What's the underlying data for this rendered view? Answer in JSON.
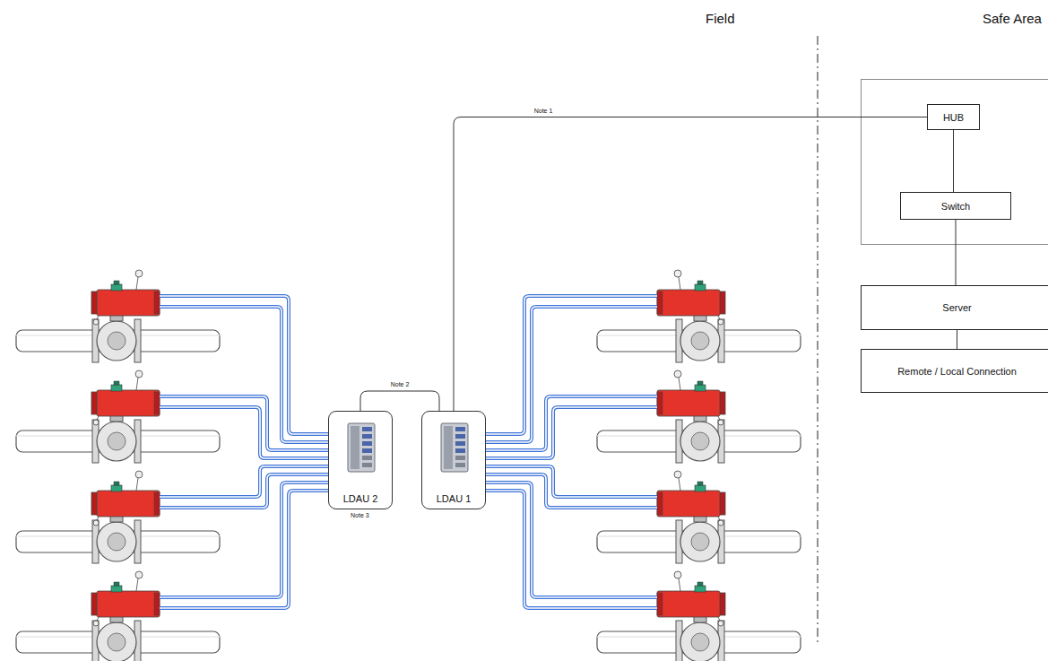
{
  "diagram": {
    "nodes": [
      {
        "text": [
          "LDAU 2"
        ]
      },
      {
        "text": [
          "LDAU 1"
        ]
      },
      {
        "text": [
          "HUB"
        ]
      },
      {
        "text": [
          "Switch"
        ]
      },
      {
        "text": [
          "Server"
        ]
      },
      {
        "text": [
          "Remote / Local Connection"
        ]
      }
    ],
    "edges": [
      {
        "from": 0,
        "to": 1,
        "arrow": "none",
        "label": "Note 2"
      },
      {
        "from": 1,
        "to": 2,
        "arrow": "none",
        "label": "Note 1"
      },
      {
        "from": 2,
        "to": 3,
        "arrow": "none"
      },
      {
        "from": 3,
        "to": 4,
        "arrow": "none"
      },
      {
        "from": 4,
        "to": 5,
        "arrow": "none"
      }
    ],
    "labels": [
      "Field",
      "Safe Area",
      "Note 3"
    ]
  }
}
